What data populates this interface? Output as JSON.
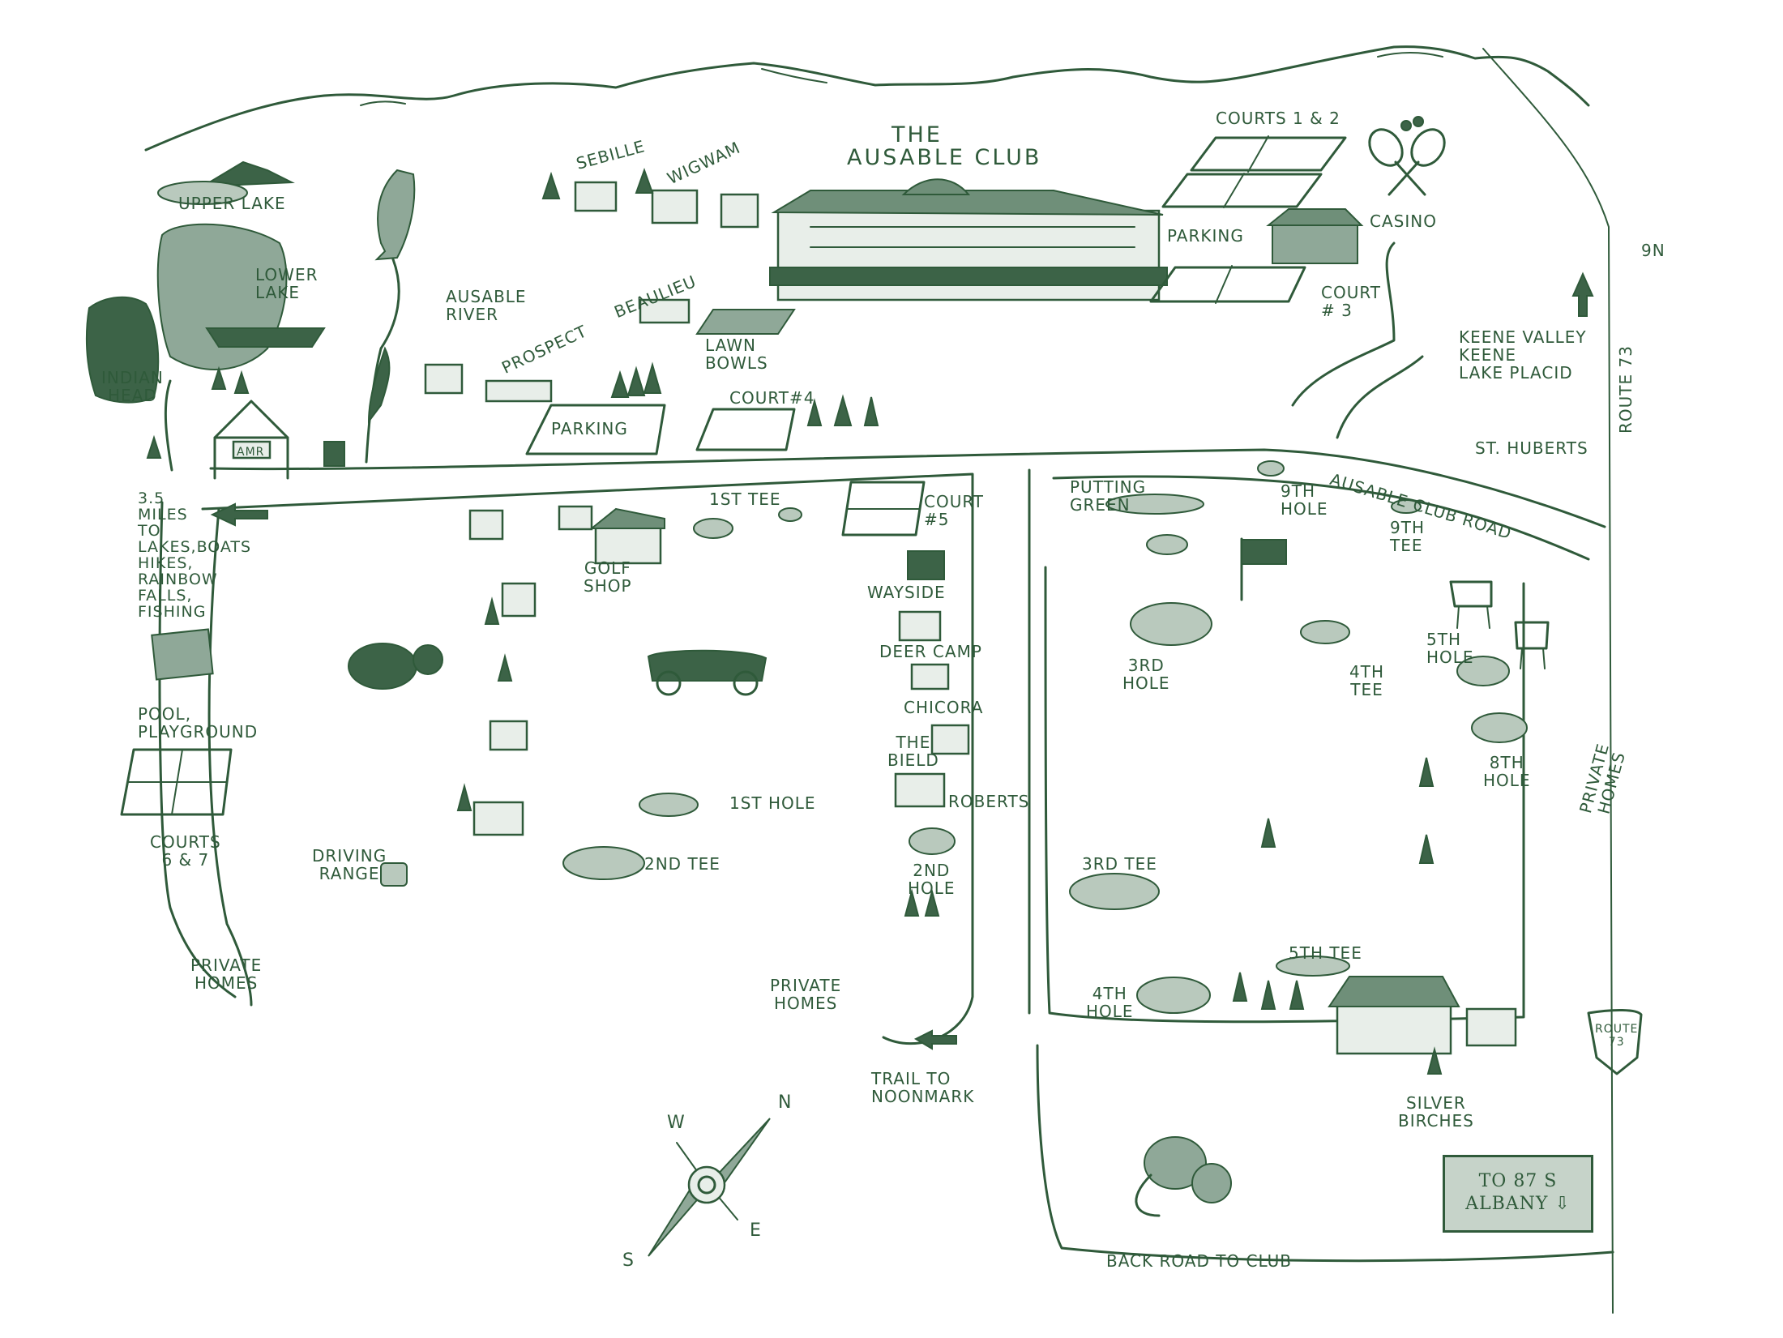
{
  "labels": {
    "club_title_1": "THE",
    "club_title_2": "AUSABLE CLUB",
    "courts_1_2": "COURTS 1 & 2",
    "casino": "CASINO",
    "parking_club": "PARKING",
    "court_3": "COURT\n# 3",
    "nine_n": "9N",
    "sebille": "SEBILLE",
    "wigwam": "WIGWAM",
    "upper_lake": "UPPER LAKE",
    "lower_lake": "LOWER\nLAKE",
    "indian_head": "INDIAN\nHEAD",
    "ausable_river": "AUSABLE\nRIVER",
    "beaulieu": "BEAULIEU",
    "prospect": "PROSPECT",
    "lawn_bowls": "LAWN\nBOWLS",
    "parking_lower": "PARKING",
    "court_4": "COURT#4",
    "keene_valley": "KEENE VALLEY\nKEENE\nLAKE PLACID",
    "st_huberts": "ST. HUBERTS",
    "route_73": "ROUTE 73",
    "ausable_club_road": "AUSABLE CLUB ROAD",
    "putting_green": "PUTTING\nGREEN",
    "ninth_hole": "9TH\nHOLE",
    "ninth_tee": "9TH\nTEE",
    "first_tee": "1ST TEE",
    "court_5": "COURT\n#5",
    "golf_shop": "GOLF\nSHOP",
    "miles": "3.5\nMILES\nTO\nLAKES,BOATS\nHIKES,\nRAINBOW\nFALLS,\nFISHING",
    "wayside": "WAYSIDE",
    "deer_camp": "DEER CAMP",
    "chicora": "CHICORA",
    "the_bield": "THE\nBIELD",
    "roberts": "ROBERTS",
    "third_hole": "3RD\nHOLE",
    "fourth_tee": "4TH\nTEE",
    "fifth_hole": "5TH\nHOLE",
    "eighth_hole": "8TH\nHOLE",
    "private_homes_right": "PRIVATE\nHOMES",
    "pool": "POOL,\nPLAYGROUND",
    "courts_6_7": "COURTS\n6 & 7",
    "first_hole": "1ST HOLE",
    "driving_range": "DRIVING\nRANGE",
    "second_tee": "2ND TEE",
    "second_hole": "2ND\nHOLE",
    "third_tee": "3RD TEE",
    "fifth_tee": "5TH TEE",
    "fourth_hole": "4TH\nHOLE",
    "private_homes_left": "PRIVATE\nHOMES",
    "private_homes_center": "PRIVATE\nHOMES",
    "trail_noonmark": "TRAIL TO\nNOONMARK",
    "silver_birches": "SILVER\nBIRCHES",
    "route_73_shield": "ROUTE\n73",
    "sign_87": "TO 87 S\nALBANY ⇩",
    "back_road": "BACK ROAD TO CLUB",
    "gate_sign": "AMR",
    "compass_n": "N",
    "compass_w": "W",
    "compass_e": "E",
    "compass_s": "S"
  },
  "colors": {
    "ink": "#2f5a3a",
    "wash": "#8fa898",
    "wash_light": "#b9c9bd",
    "paper": "#ffffff"
  },
  "icons": [
    "tennis-rackets-icon",
    "trout-icon",
    "bear-icon",
    "raccoon-icon",
    "deer-icon",
    "golf-cart-icon",
    "flag-icon",
    "canoe-icon",
    "compass-rose-icon",
    "tree-icon",
    "arrow-icon"
  ]
}
